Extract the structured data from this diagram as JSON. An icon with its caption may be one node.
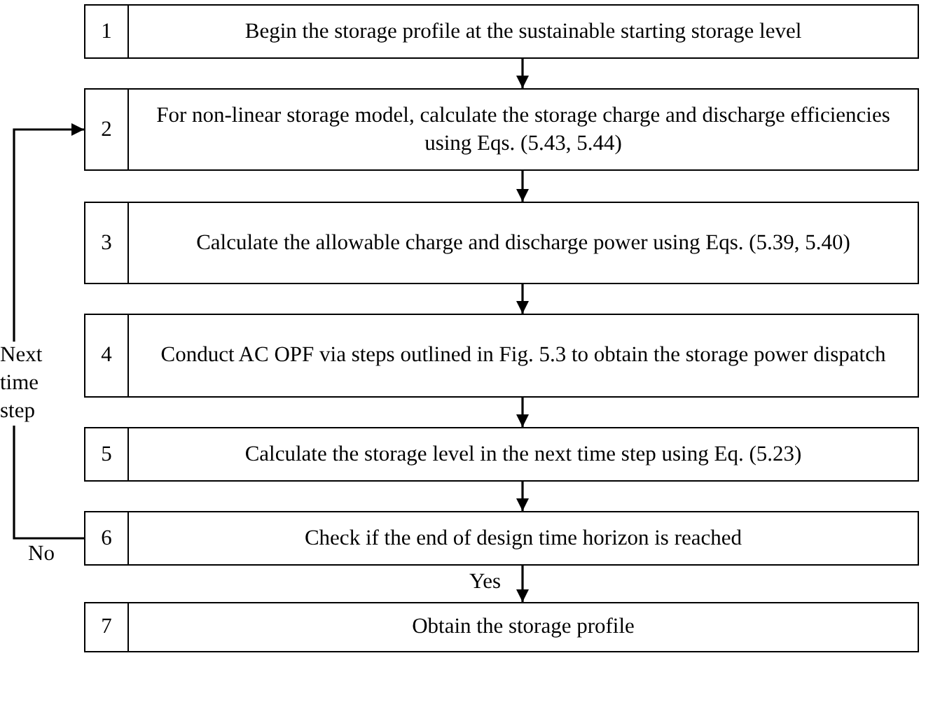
{
  "diagram": {
    "nodes": [
      {
        "text": [
          "1",
          "Begin the storage profile at the sustainable starting storage level"
        ]
      },
      {
        "text": [
          "2",
          "For non-linear storage model, calculate the storage charge and discharge efficiencies using Eqs. (5.43, 5.44)"
        ]
      },
      {
        "text": [
          "3",
          "Calculate the allowable charge and discharge power using Eqs. (5.39, 5.40)"
        ]
      },
      {
        "text": [
          "4",
          "Conduct AC OPF via steps outlined in Fig. 5.3 to obtain the storage power dispatch"
        ]
      },
      {
        "text": [
          "5",
          "Calculate the storage level in the next time step using Eq. (5.23)"
        ]
      },
      {
        "text": [
          "6",
          "Check if the end of design time horizon is reached"
        ]
      },
      {
        "text": [
          "7",
          "Obtain the storage profile"
        ]
      }
    ],
    "edges": [
      {
        "from": 0,
        "to": 1,
        "arrow": "to"
      },
      {
        "from": 1,
        "to": 2,
        "arrow": "to"
      },
      {
        "from": 2,
        "to": 3,
        "arrow": "to"
      },
      {
        "from": 3,
        "to": 4,
        "arrow": "to"
      },
      {
        "from": 4,
        "to": 5,
        "arrow": "to"
      },
      {
        "from": 5,
        "to": 6,
        "label": "Yes",
        "arrow": "to"
      },
      {
        "from": 5,
        "to": 1,
        "label": "No",
        "arrow": "to"
      }
    ],
    "labels": [
      "Next time step"
    ]
  }
}
